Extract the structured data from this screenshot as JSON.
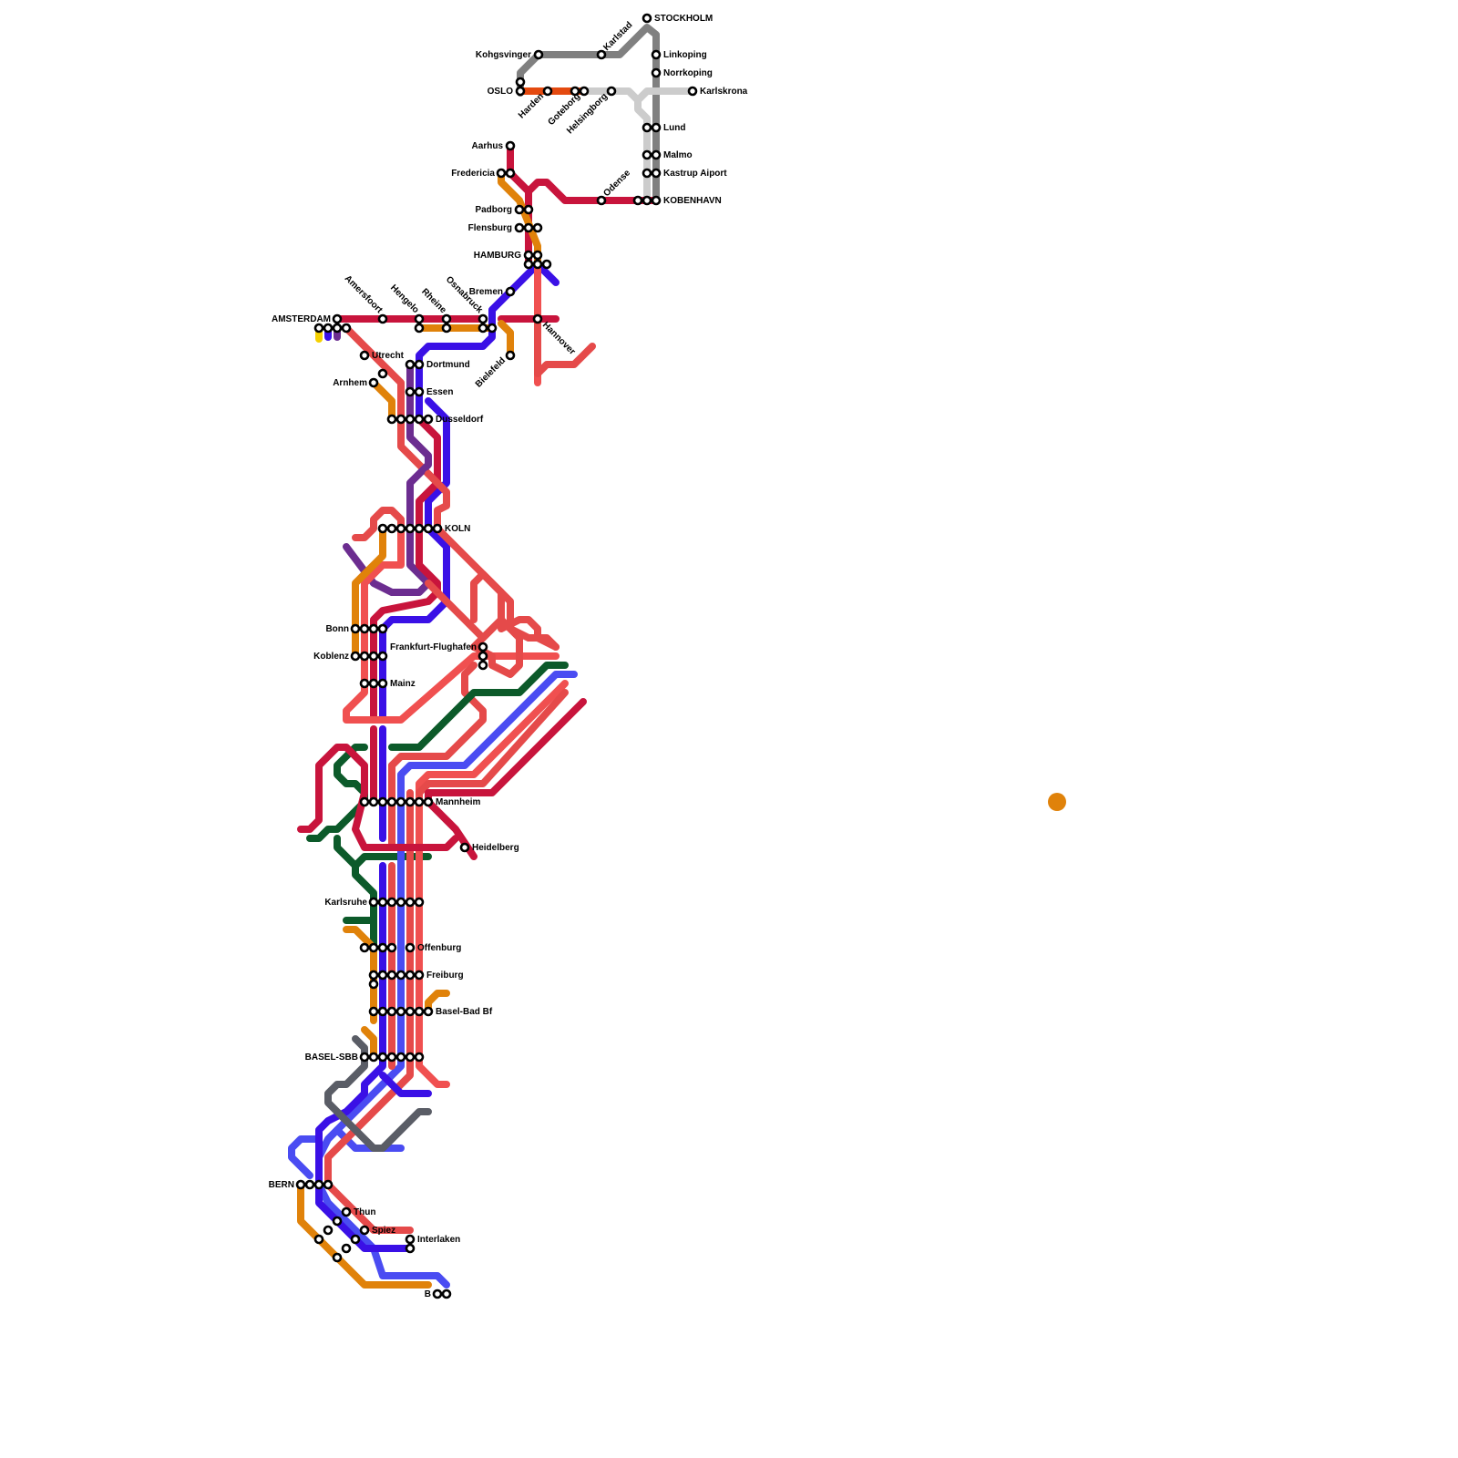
{
  "colors": {
    "grey": "#808080",
    "light_grey": "#cccccc",
    "dark_grey": "#5a5d66",
    "crimson": "#c8143c",
    "salmon": "#e54a4a",
    "coral": "#f05050",
    "orange": "#e0820a",
    "orange_red": "#e44a10",
    "blue": "#3a10e6",
    "royal_blue": "#4a4cf2",
    "purple": "#6c2d90",
    "dark_green": "#0c5a2a",
    "yellow": "#f5d000",
    "marker": "#e0820a"
  },
  "stations": {
    "stockholm": "STOCKHOLM",
    "kohgsvinger": "Kohgsvinger",
    "karlstad": "Karlstad",
    "linkoping": "Linkoping",
    "norrkoping": "Norrkoping",
    "oslo": "OSLO",
    "harden": "Harden",
    "goteborg": "Goteborg",
    "helsingborg": "Helsingborg",
    "karlskrona": "Karlskrona",
    "lund": "Lund",
    "malmo": "Malmo",
    "kastrup": "Kastrup Aiport",
    "kobenhavn": "KOBENHAVN",
    "odense": "Odense",
    "aarhus": "Aarhus",
    "fredericia": "Fredericia",
    "padborg": "Padborg",
    "flensburg": "Flensburg",
    "hamburg": "HAMBURG",
    "bremen": "Bremen",
    "hannover": "Hannover",
    "osnabruck": "Osnabruck",
    "bielefeld": "Bielefeld",
    "amsterdam": "AMSTERDAM",
    "amersfoort": "Amersfoort",
    "hengelo": "Hengelo",
    "rheine": "Rheine",
    "utrecht": "Utrecht",
    "arnhem": "Arnhem",
    "dortmund": "Dortmund",
    "essen": "Essen",
    "dusseldorf": "Dusseldorf",
    "koln": "KOLN",
    "bonn": "Bonn",
    "koblenz": "Koblenz",
    "mainz": "Mainz",
    "frankfurt_flughafen": "Frankfurt-Flughafen",
    "mannheim": "Mannheim",
    "heidelberg": "Heidelberg",
    "karlsruhe": "Karlsruhe",
    "offenburg": "Offenburg",
    "freiburg": "Freiburg",
    "basel_bad": "Basel-Bad Bf",
    "basel_sbb": "BASEL-SBB",
    "bern": "BERN",
    "thun": "Thun",
    "spiez": "Spiez",
    "interlaken": "Interlaken",
    "b": "B"
  }
}
